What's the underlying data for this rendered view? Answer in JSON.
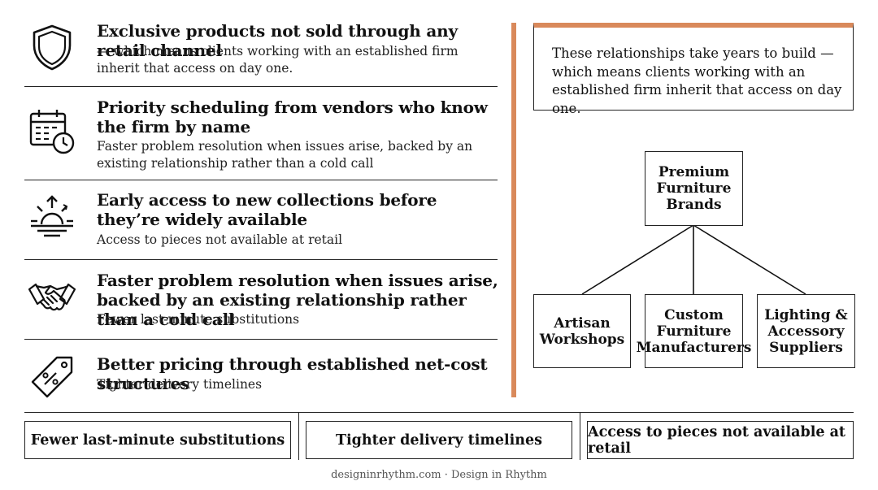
{
  "benefits": [
    {
      "icon": "shield-icon",
      "title": "Exclusive products not sold through any retail channel",
      "desc": "— which means clients working with an established firm inherit that access on day one."
    },
    {
      "icon": "calendar-clock-icon",
      "title": "Priority scheduling from vendors who know the firm by name",
      "desc": "Faster problem resolution when issues arise, backed by an existing relationship rather than a cold call"
    },
    {
      "icon": "sunrise-icon",
      "title": "Early access to new collections before they’re widely available",
      "desc": "Access to pieces not available at retail"
    },
    {
      "icon": "handshake-icon",
      "title": "Faster problem resolution when issues arise, backed by an existing relationship rather than a cold call",
      "desc": "Fewer last-minute substitutions"
    },
    {
      "icon": "price-tag-icon",
      "title": "Better pricing through established net-cost structures",
      "desc": "Tighter delivery timelines"
    }
  ],
  "quote": "These relationships take years to build — which means clients working with an established firm inherit that access on day one.",
  "diagram": {
    "root": "Premium Furniture Brands",
    "children": [
      "Artisan Workshops",
      "Custom Furniture Manufacturers",
      "Lighting & Accessory Suppliers"
    ]
  },
  "outcomes": [
    "Fewer last-minute substitutions",
    "Tighter delivery timelines",
    "Access to pieces not available at retail"
  ],
  "footer": "designinrhythm.com · Design in Rhythm",
  "colors": {
    "accent": "#d9895b",
    "ink": "#111111"
  }
}
